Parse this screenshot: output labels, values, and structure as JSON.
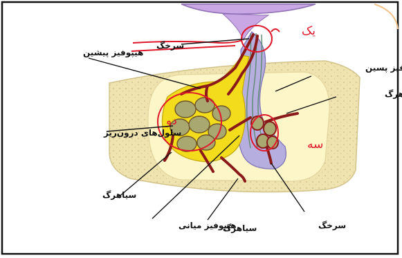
{
  "labels": {
    "artery_top": "سرخگ",
    "anterior_pituitary": "هیپوفیز پیشین",
    "posterior_pituitary": "هیپوفیز پسین",
    "vein_right": "سیاهرگ",
    "endocrine_cells": "سلول‌های درون‌ریز",
    "vein_bottom_left": "سیاهرگ",
    "middle_pituitary": "هیپوفیز میانی",
    "vein_bottom_center": "سیاهرگ",
    "artery_bottom": "سرخگ"
  },
  "annotations": {
    "one": "یک",
    "two": "دو",
    "three": "سه"
  },
  "colors": {
    "frame": "#111111",
    "bone": "#efe3b0",
    "bone_cavity": "#fdf6c8",
    "anterior_lobe": "#f2dc1c",
    "posterior_lobe": "#b7aee0",
    "hypothalamus": "#c9a7e4",
    "vessel": "#8a1a1a",
    "cells": "#a8a870",
    "handwriting": "#e0182a"
  }
}
